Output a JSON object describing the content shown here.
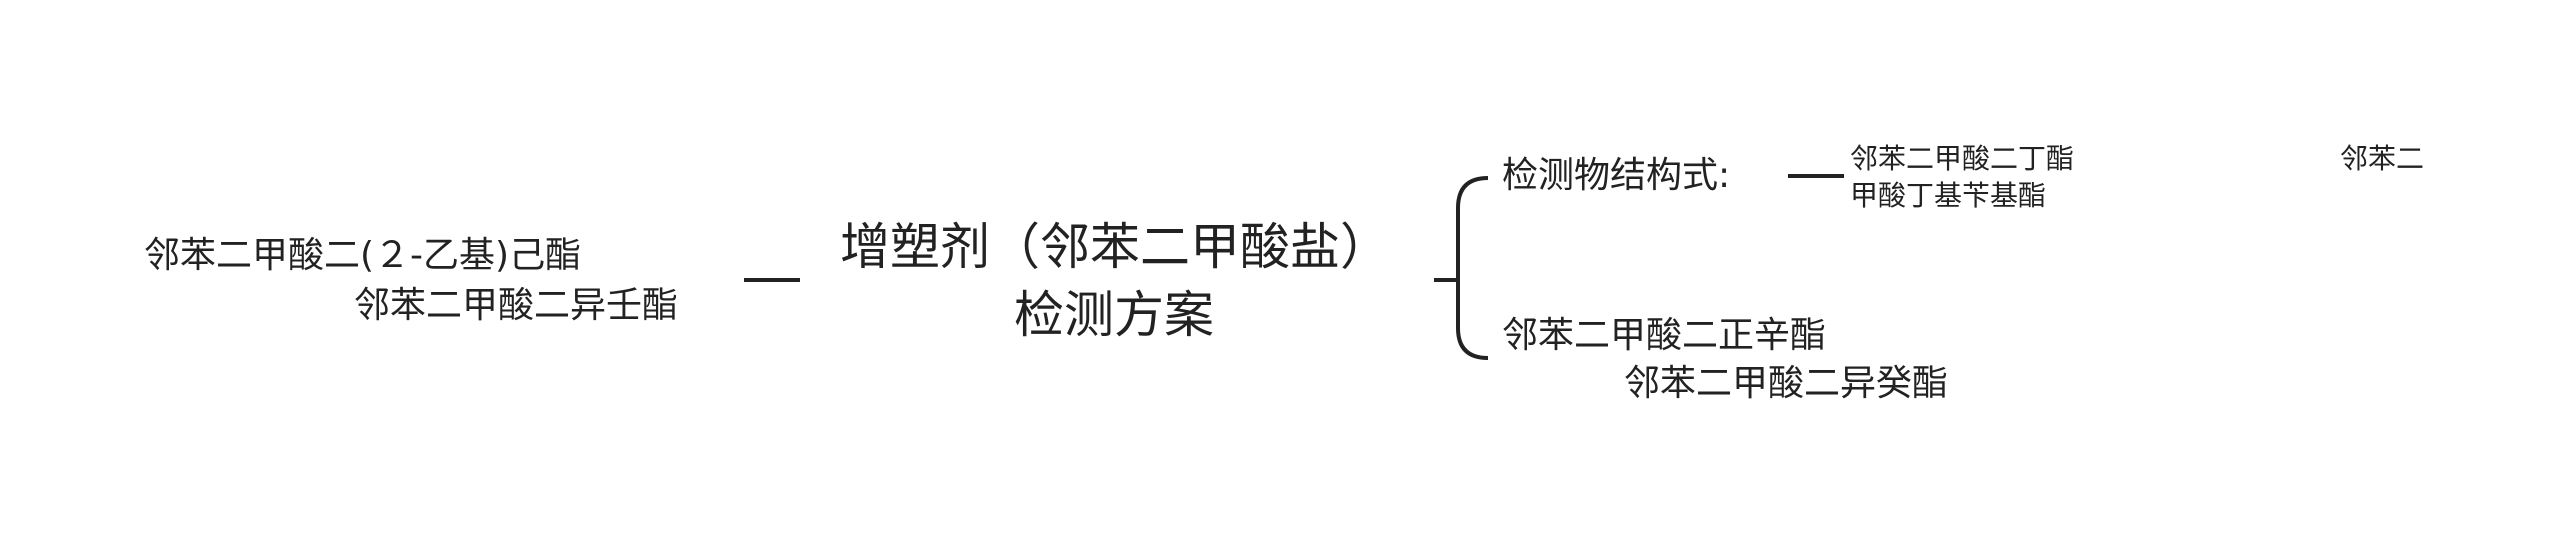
{
  "central_topic": {
    "line1": "增塑剂（邻苯二甲酸盐）",
    "line2": "检测方案"
  },
  "left_branch": {
    "line1": "邻苯二甲酸二(２-乙基)己酯",
    "line2": "邻苯二甲酸二异壬酯"
  },
  "right_branches": [
    {
      "label": "检测物结构式:",
      "sub": {
        "line1": "邻苯二甲酸二丁酯",
        "line1_tail": "邻苯二",
        "line2": "甲酸丁基苄基酯"
      }
    },
    {
      "line1": "邻苯二甲酸二正辛酯",
      "line2": "邻苯二甲酸二异癸酯"
    }
  ],
  "colors": {
    "text": "#222222",
    "line": "#222222",
    "background": "#ffffff"
  }
}
